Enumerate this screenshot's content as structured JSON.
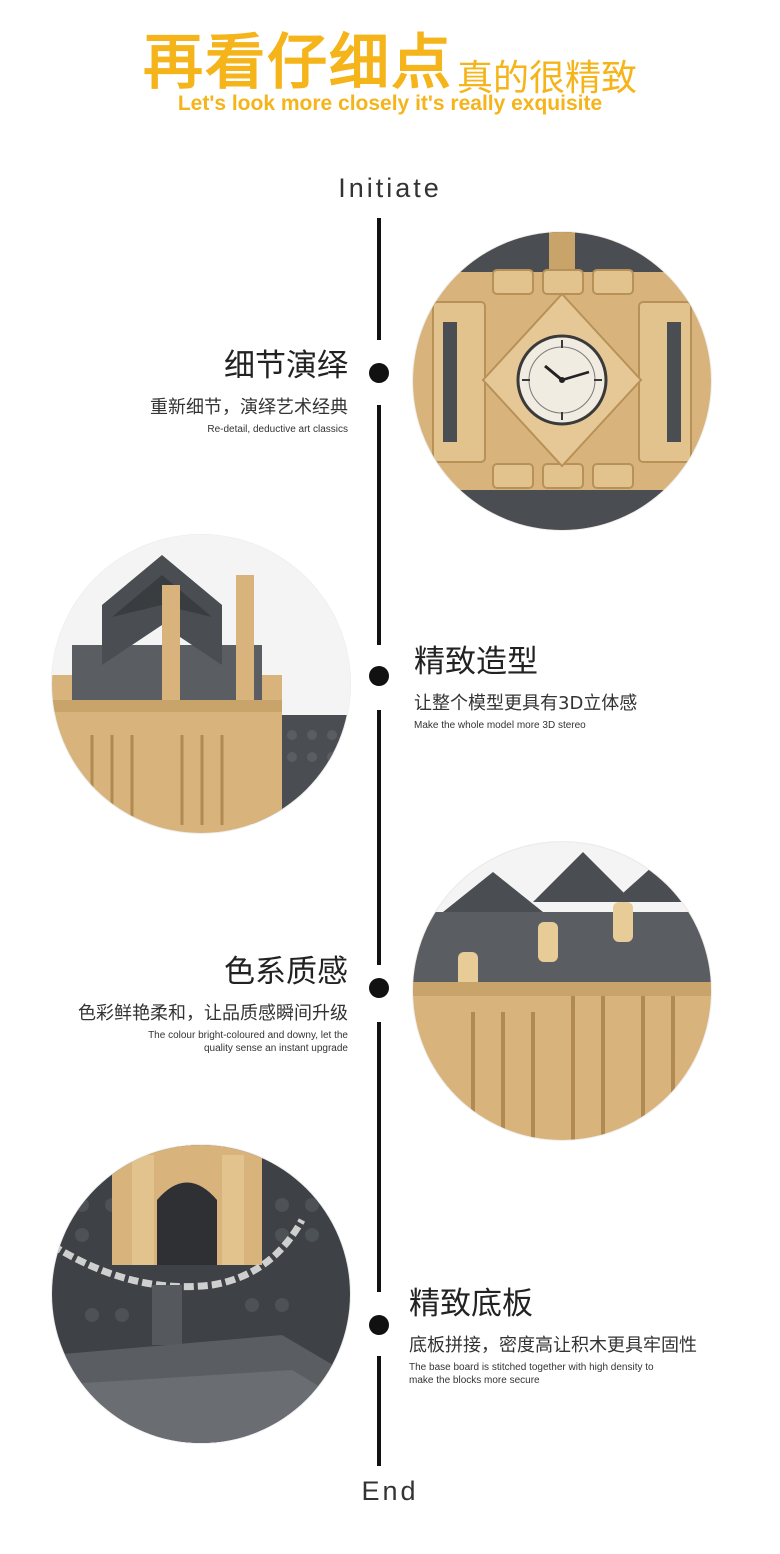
{
  "header": {
    "title_big": "再看仔细点",
    "title_small": "真的很精致",
    "subtitle": "Let's look more closely it's really exquisite"
  },
  "timeline": {
    "start": "Initiate",
    "end": "End"
  },
  "sections": [
    {
      "title": "细节演绎",
      "subtitle": "重新细节，演绎艺术经典",
      "english": "Re-detail, deductive art classics"
    },
    {
      "title": "精致造型",
      "subtitle": "让整个模型更具有3D立体感",
      "english": "Make the whole model more 3D stereo"
    },
    {
      "title": "色系质感",
      "subtitle": "色彩鲜艳柔和，让品质感瞬间升级",
      "english_line1": "The colour bright-coloured and downy, let the",
      "english_line2": "quality sense an instant upgrade"
    },
    {
      "title": "精致底板",
      "subtitle": "底板拼接，密度高让积木更具牢固性",
      "english_line1": "The base board is stitched together with high density to",
      "english_line2": "make the blocks more secure"
    }
  ],
  "colors": {
    "accent": "#f4b41a",
    "tan": "#d8b47c",
    "gray": "#4a4e52",
    "line": "#111111"
  }
}
